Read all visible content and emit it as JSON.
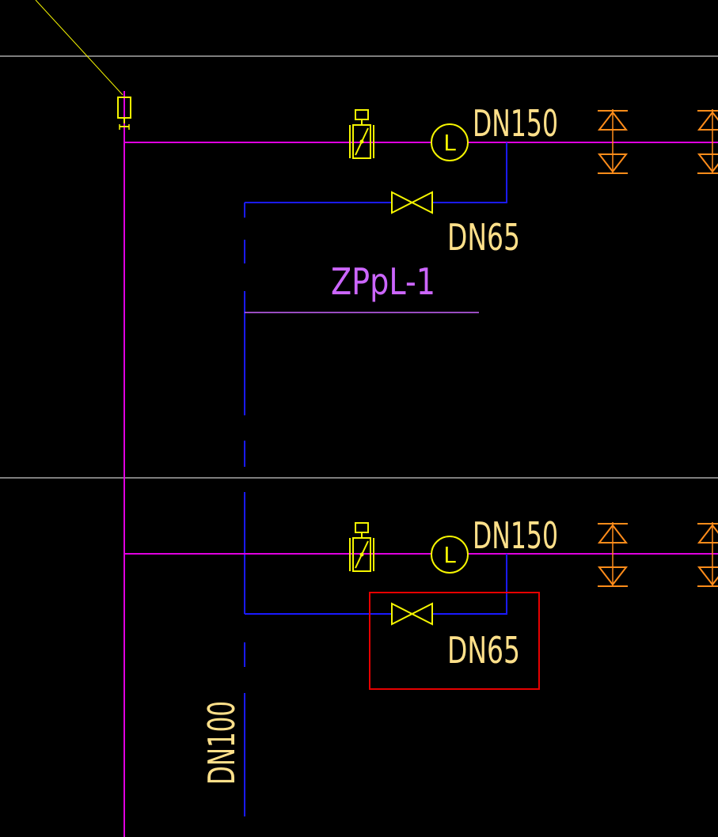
{
  "colors": {
    "background": "#000000",
    "main_pipe": "#e000e0",
    "branch_pipe": "#1a1aff",
    "valve": "#f5f500",
    "label_yellow": "#ffe08a",
    "label_violet": "#cc66ff",
    "sprinkler": "#ff8c1a",
    "floor_line": "#a8a8a8",
    "highlight": "#e60000"
  },
  "labels": {
    "top_main_size": "DN150",
    "top_bypass_size": "DN65",
    "pipe_tag": "ZPpL-1",
    "bottom_main_size": "DN150",
    "bottom_bypass_size": "DN65",
    "riser_size": "DN100"
  },
  "icons": {
    "flow_meter": "L",
    "valves": [
      "signal-gate-valve-icon",
      "gate-valve-icon",
      "flow-indicator-icon",
      "sprinkler-head-icon"
    ]
  }
}
